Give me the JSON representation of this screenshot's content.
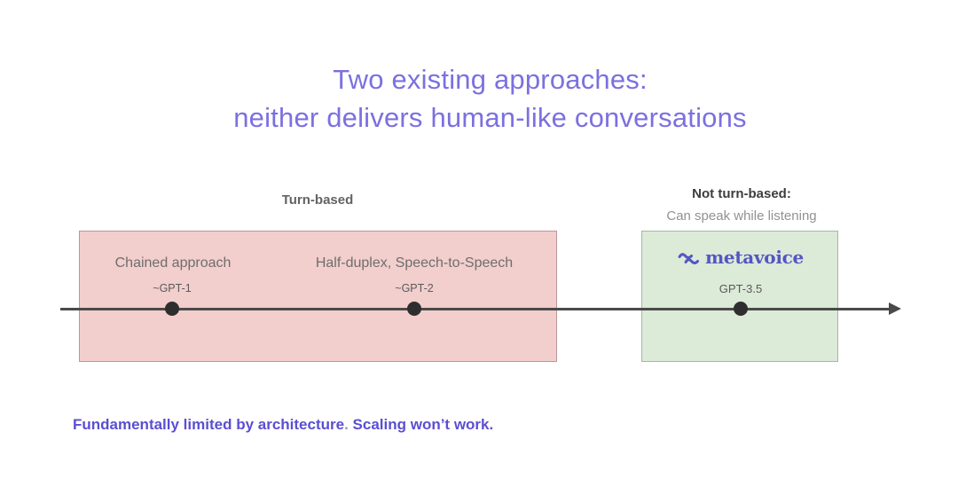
{
  "title": {
    "line1": "Two existing approaches:",
    "line2": "neither delivers human-like conversations"
  },
  "groups": {
    "turn_based": {
      "label": "Turn-based",
      "items": [
        {
          "name": "Chained approach",
          "model": "~GPT-1"
        },
        {
          "name": "Half-duplex, Speech-to-Speech",
          "model": "~GPT-2"
        }
      ]
    },
    "not_turn_based": {
      "label": "Not turn-based:",
      "description": "Can speak while listening",
      "brand": "metavoice",
      "model": "GPT-3.5"
    }
  },
  "footer": {
    "claim": "Fundamentally limited by architecture",
    "separator": ". ",
    "conclusion": "Scaling won’t work."
  },
  "colors": {
    "title_purple": "#7b70e0",
    "footer_purple": "#5b4ed2",
    "brand_indigo": "#5356c4",
    "turn_based_fill": "#f2cecd",
    "turn_based_border": "#bd9694",
    "not_turn_based_fill": "#dcead8",
    "not_turn_based_border": "#a4b9a0",
    "axis": "#4a4a4a"
  }
}
